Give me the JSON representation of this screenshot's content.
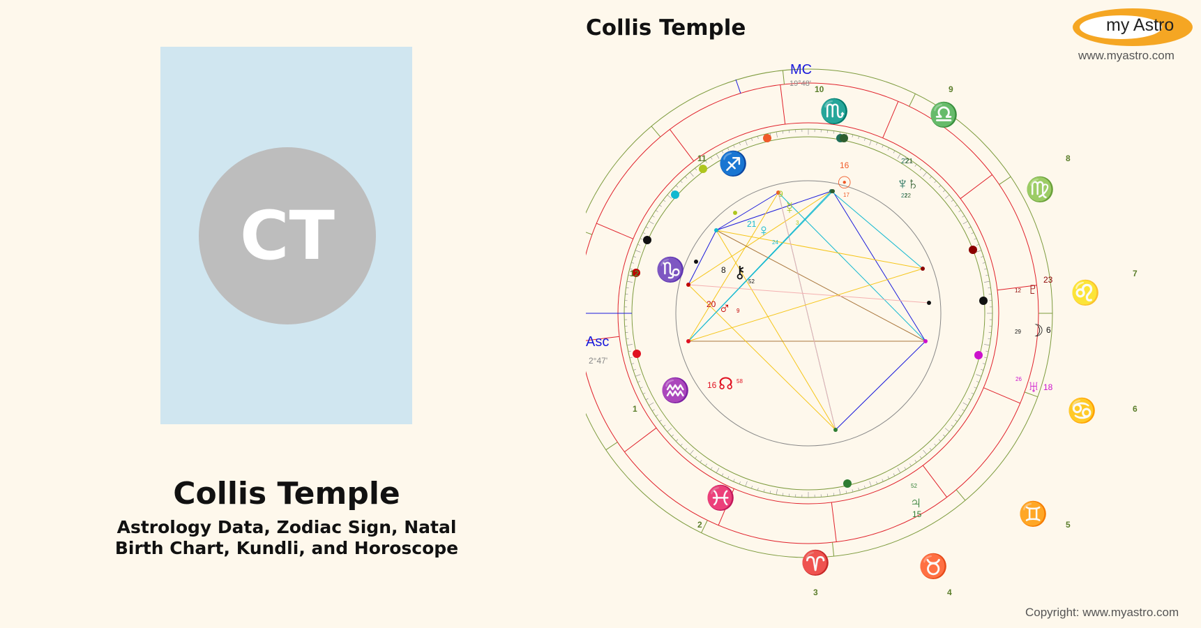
{
  "person": {
    "initials": "CT",
    "name": "Collis Temple",
    "subtitle_line1": "Astrology Data, Zodiac Sign, Natal",
    "subtitle_line2": "Birth Chart, Kundli, and Horoscope"
  },
  "chart_title": "Collis Temple",
  "brand": {
    "logo_text": "my Astro",
    "url": "www.myastro.com",
    "copyright": "Copyright: www.myastro.com"
  },
  "colors": {
    "background": "#fef8ec",
    "photo_bg": "#d0e6f0",
    "avatar_bg": "#bdbdbd",
    "logo_orange": "#f5a623"
  },
  "wheel": {
    "asc_label": "Asc",
    "asc_degree": "2°47'",
    "mc_label": "MC",
    "mc_degree": "19°48'",
    "houses": [
      "1",
      "2",
      "3",
      "4",
      "5",
      "6",
      "7",
      "8",
      "9",
      "10",
      "11",
      "12"
    ],
    "signs": [
      {
        "glyph": "♒",
        "name": "aquarius",
        "color": "#e8571f"
      },
      {
        "glyph": "♓",
        "name": "pisces",
        "color": "#1e90d0"
      },
      {
        "glyph": "♈",
        "name": "aries",
        "color": "#d01e2a"
      },
      {
        "glyph": "♉",
        "name": "taurus",
        "color": "#a9763c"
      },
      {
        "glyph": "♊",
        "name": "gemini",
        "color": "#e8571f"
      },
      {
        "glyph": "♋",
        "name": "cancer",
        "color": "#1e90d0"
      },
      {
        "glyph": "♌",
        "name": "leo",
        "color": "#d01e2a"
      },
      {
        "glyph": "♍",
        "name": "virgo",
        "color": "#a9763c"
      },
      {
        "glyph": "♎",
        "name": "libra",
        "color": "#2e7d32"
      },
      {
        "glyph": "♏",
        "name": "scorpio",
        "color": "#1e90d0"
      },
      {
        "glyph": "♐",
        "name": "sagittarius",
        "color": "#d01e2a"
      },
      {
        "glyph": "♑",
        "name": "capricorn",
        "color": "#d01e2a"
      }
    ],
    "planets": [
      {
        "name": "sun",
        "glyph": "☉",
        "degree": "16",
        "minute": "17",
        "color": "#f05a28"
      },
      {
        "name": "mercury",
        "glyph": "☿",
        "degree": "9",
        "minute": "3",
        "color": "#aec61e"
      },
      {
        "name": "venus",
        "glyph": "♀",
        "degree": "21",
        "minute": "24",
        "color": "#12b8d0"
      },
      {
        "name": "chiron",
        "glyph": "⚷",
        "degree": "8",
        "minute": "52",
        "color": "#111111"
      },
      {
        "name": "mars",
        "glyph": "♂",
        "degree": "20",
        "minute": "9",
        "color": "#c00000"
      },
      {
        "name": "north-node",
        "glyph": "☊",
        "degree": "16",
        "minute": "58",
        "color": "#e01020"
      },
      {
        "name": "jupiter",
        "glyph": "♃",
        "degree": "15",
        "minute": "52",
        "color": "#2e7d32"
      },
      {
        "name": "uranus",
        "glyph": "♅",
        "degree": "18",
        "minute": "26",
        "color": "#cc12cc"
      },
      {
        "name": "moon",
        "glyph": "☽",
        "degree": "6",
        "minute": "29",
        "color": "#111111"
      },
      {
        "name": "pluto",
        "glyph": "♇",
        "degree": "23",
        "minute": "12",
        "color": "#8b0000"
      },
      {
        "name": "neptune",
        "glyph": "♆",
        "degree": "22",
        "minute": "22",
        "color": "#1f6f5a"
      },
      {
        "name": "saturn",
        "glyph": "♄",
        "degree": "21",
        "minute": "22",
        "color": "#2e5e2e"
      }
    ]
  }
}
